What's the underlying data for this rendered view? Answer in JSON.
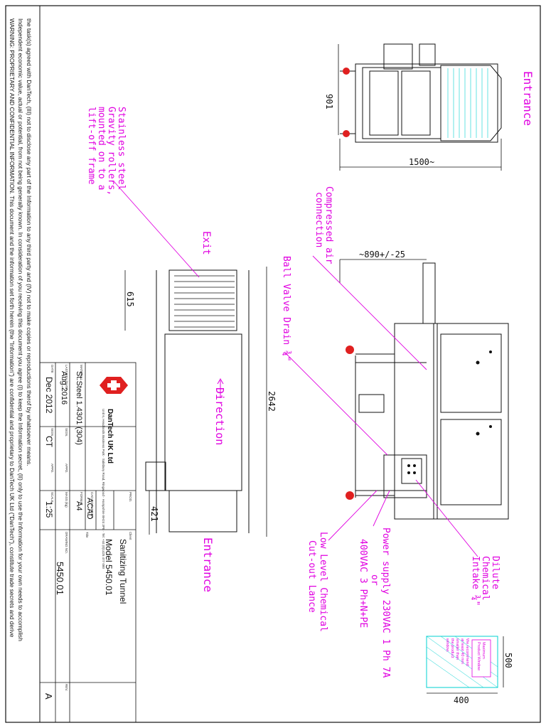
{
  "warning": {
    "line1": "WARNING: PROPRIETARY AND CONFIDENTIAL INFORMATION. This document and the information set forth herein (the \"Information\") are confidential and proprietary to DanTech UK Ltd (\"DanTech\"), constitute trade secrets and derive",
    "line2": "Independent economic value, actual or potential, from not being generally known. In consideration of you receiving this document you agree (I) to keep the Information secret, (II) only to use the Information for your own needs to accomplish",
    "line3": "the task(s) agreed with DanTech, (III) not to disclose any part of the Information to any third party and (IV) not to make copies or reproductions therof by whatsoever means."
  },
  "labels": {
    "entrance_top": "Entrance",
    "entrance_bottom": "Entrance",
    "exit": "Exit",
    "direction": "Direction",
    "rollers_1": "Stainless steel",
    "rollers_2": "Gravity rollers,",
    "rollers_3": "mounted on to a",
    "rollers_4": "lift-off frame",
    "compressed_1": "Compressed air",
    "compressed_2": "connection",
    "ball_valve": "Ball Valve Drain ¾\"",
    "dilute_1": "Dilute",
    "dilute_2": "Chemical",
    "dilute_3": "Intake ¾\"",
    "power_1": "Power supply 230VAC 1 Ph 7A",
    "power_2": "or",
    "power_3": "400VAC 3 Ph+N+PE",
    "lowlevel_1": "Low Level Chemical",
    "lowlevel_2": "Cut-out Lance",
    "recommend_1": "We recommend",
    "recommend_2": "at least 40 mm",
    "recommend_3": "smaller than",
    "recommend_4": "the product",
    "recommend_5": "window.",
    "max_window_1": "Maximum",
    "max_window_2": "Product Window"
  },
  "dimensions": {
    "d901": "901",
    "d1500": "1500~",
    "d890": "~890+/-25",
    "d615": "615",
    "d2642": "2642",
    "d421": "421",
    "d500": "500",
    "d400": "400"
  },
  "title_block": {
    "company": "DanTech UK Ltd",
    "company_small": "Unit 6, Headlands Business Park · Salisbury Road, Ringwood · Hampshire BH24 3PB · Tel: +44 (0)1425 477 000",
    "prod_label": "PROD.",
    "client_label": "Client",
    "client": "Sanitizing Tunnel",
    "model": "Model 5450.01",
    "title_label": "Title",
    "material_label": "MATERIAL",
    "material": "St.Steel 1.4301 (304)",
    "cad_label": "CAD DOCUMENT",
    "cad": "ACAD",
    "last_rev_label": "LAST REV./DATE",
    "last_rev": "Aug.2016",
    "sign_label": "SIGN.",
    "appd_label": "APPD.",
    "format_label": "FORMAT",
    "format": "A4",
    "mass_label": "MASS (kg)",
    "date_label": "DATE",
    "date": "Dec 2012",
    "sign2_label": "SIGN.",
    "sign2": "CT",
    "appd2_label": "APPD.",
    "scale_label": "SCALE",
    "scale": "1:25",
    "drawing_label": "DRAWING NO.",
    "drawing": "5450.01",
    "rev_label": "REV.",
    "rev": "A"
  },
  "colors": {
    "magenta": "#e000e0",
    "cyan": "#00d0d0",
    "red": "#e02020",
    "line": "#111111"
  }
}
